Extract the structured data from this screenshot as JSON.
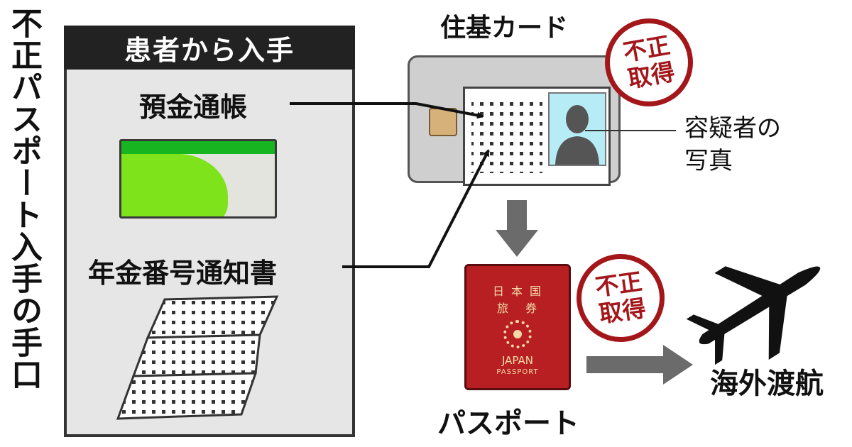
{
  "title": "不正パスポート入手の手口",
  "panel_title": "患者から入手",
  "bank_book_label": "預金通帳",
  "pension_notice_label": "年金番号通知書",
  "card_label": "住基カード",
  "photo_label_line1": "容疑者の",
  "photo_label_line2": "写真",
  "stamp1_line1": "不正",
  "stamp1_line2": "取得",
  "stamp2_line1": "不正",
  "stamp2_line2": "取得",
  "passport_label": "パスポート",
  "travel_label": "海外渡航",
  "passport_cover": {
    "line1": "日本国",
    "line2": "旅券",
    "line3": "JAPAN",
    "line4": "PASSPORT"
  },
  "colors": {
    "stamp_red": "#a3171b",
    "passport_red": "#b81f22",
    "passbook_green": "#7ee31a",
    "photo_bg": "#b6ecf5"
  }
}
